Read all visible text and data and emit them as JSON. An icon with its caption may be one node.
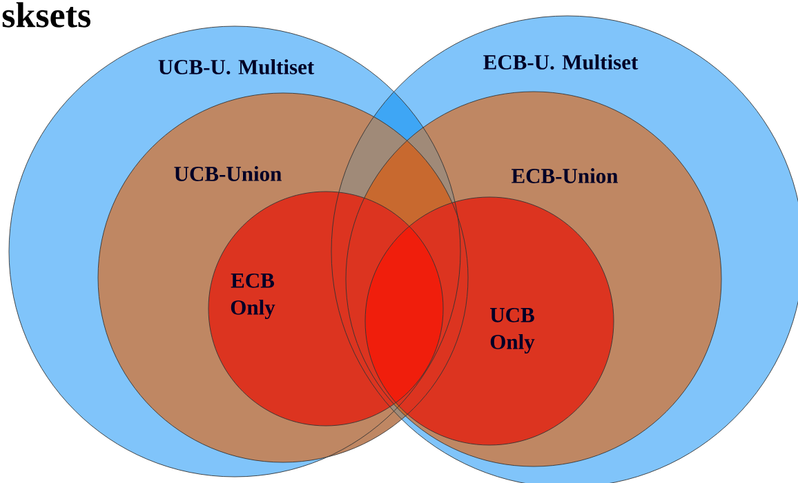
{
  "diagram": {
    "title": "sksets",
    "nodes": [
      {
        "text": [
          "UCB-U. Multiset"
        ]
      },
      {
        "text": [
          "ECB-U. Multiset"
        ]
      },
      {
        "text": [
          "UCB-Union"
        ],
        "in": 0
      },
      {
        "text": [
          "ECB-Union"
        ],
        "in": 1
      },
      {
        "text": [
          "ECB Only"
        ],
        "in": 2
      },
      {
        "text": [
          "UCB Only"
        ],
        "in": 3
      }
    ]
  }
}
